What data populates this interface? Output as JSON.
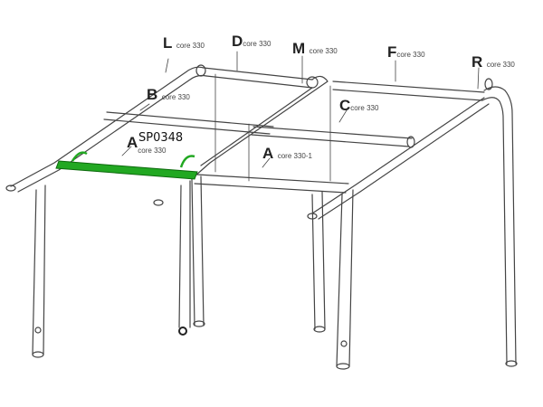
{
  "labels": [
    {
      "letter": "L",
      "sub": "core 330"
    },
    {
      "letter": "D",
      "sub": "core 330"
    },
    {
      "letter": "M",
      "sub": "core 330"
    },
    {
      "letter": "F",
      "sub": "core 330"
    },
    {
      "letter": "R",
      "sub": "core 330"
    },
    {
      "letter": "B",
      "sub": "core 330"
    },
    {
      "letter": "C",
      "sub": "core 330"
    },
    {
      "letter": "A",
      "sub": "core 330"
    },
    {
      "letter": "A",
      "sub": "core 330-1"
    }
  ],
  "highlight": {
    "part_number": "SP0348",
    "color": "#22a822"
  }
}
